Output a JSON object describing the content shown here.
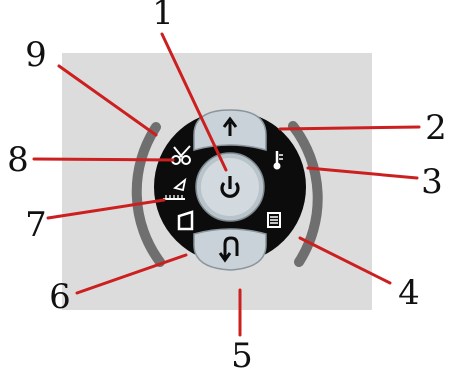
{
  "colors": {
    "background_panel": "#dcdcdc",
    "dial_black": "#0c0c0c",
    "button_silver": "#c9d2d8",
    "arc_grey": "#6f6f6f",
    "leader_red": "#cc1f1f",
    "number_text": "#111111"
  },
  "callouts": [
    {
      "id": 1,
      "label": "1"
    },
    {
      "id": 2,
      "label": "2"
    },
    {
      "id": 3,
      "label": "3"
    },
    {
      "id": 4,
      "label": "4"
    },
    {
      "id": 5,
      "label": "5"
    },
    {
      "id": 6,
      "label": "6"
    },
    {
      "id": 7,
      "label": "7"
    },
    {
      "id": 8,
      "label": "8"
    },
    {
      "id": 9,
      "label": "9"
    }
  ],
  "icons": {
    "up": "arrow-up-icon",
    "return": "return-arrow-icon",
    "power": "power-icon",
    "thermometer": "thermometer-icon",
    "document": "document-icon",
    "scissors": "scissors-icon",
    "triangle": "triangle-icon",
    "trapezoid": "trapezoid-icon",
    "ruler": "ruler-icon"
  }
}
